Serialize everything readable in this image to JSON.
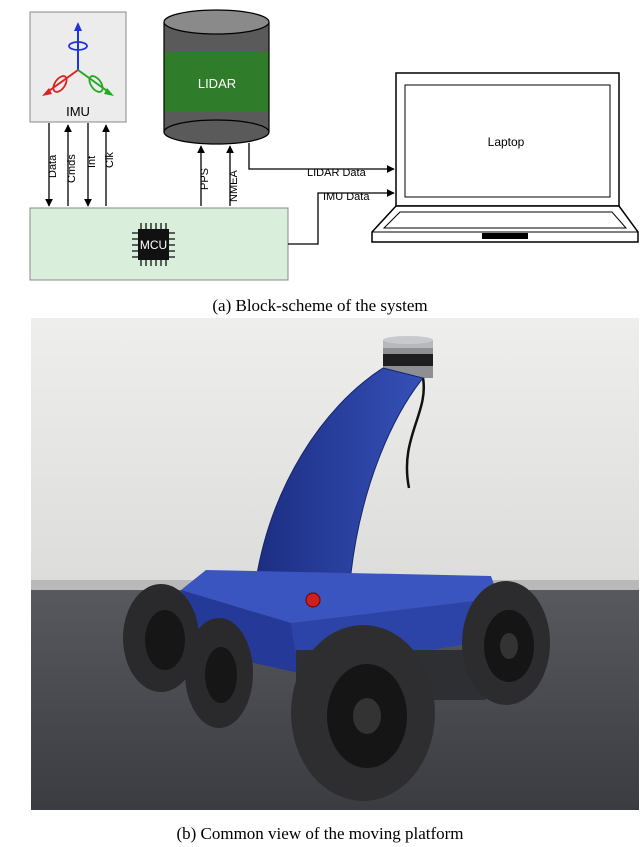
{
  "diagram": {
    "imu_label": "IMU",
    "lidar_label": "LIDAR",
    "laptop_label": "Laptop",
    "mcu_label": "MCU",
    "signals": {
      "data": "Data",
      "cmds": "Cmds",
      "int": "Int",
      "clk": "Clk",
      "pps": "PPS",
      "nmea": "NMEA",
      "lidar_data": "LIDAR Data",
      "imu_data": "IMU Data"
    },
    "colors": {
      "mcu_box": "#d9efdc",
      "lidar_band": "#2f7d2b",
      "lidar_body": "#555555",
      "imu_box": "#ececec"
    }
  },
  "captions": {
    "a": "(a) Block-scheme of the system",
    "b": "(b) Common view of the moving platform"
  },
  "photo": {
    "icon": "robot-platform-photo",
    "colors": {
      "robot_body": "#2a3f9e",
      "floor": "#45474d",
      "wall": "#e9e9e7"
    }
  }
}
